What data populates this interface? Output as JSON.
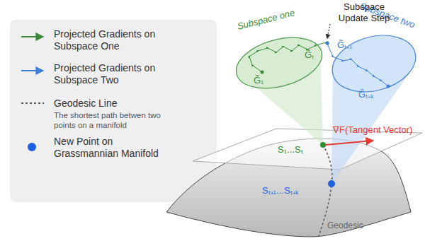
{
  "diagram": {
    "nodes": [
      {
        "text": [
          "Subspace one"
        ]
      },
      {
        "text": [
          "Subspace two"
        ]
      }
    ],
    "labels": [
      "Subspace Update Step",
      "The shortest path betwen two points on a manifold",
      "G̃₁",
      "G̃ₜ",
      "G̃ₜ₊₁",
      "G̃ₜ₊ₖ",
      "S₁...Sₜ",
      "Sₜ₊₁...Sₜ₊ₖ",
      "∇F(Tangent Vector)",
      "Geodesic"
    ],
    "legend": [
      {
        "text": "Projected Gradients on Subspace One"
      },
      {
        "text": "Projected Gradients on Subspace Two"
      },
      {
        "text": "Geodesic Line"
      },
      {
        "text": "New Point on Grassmannian Manifold"
      }
    ]
  }
}
